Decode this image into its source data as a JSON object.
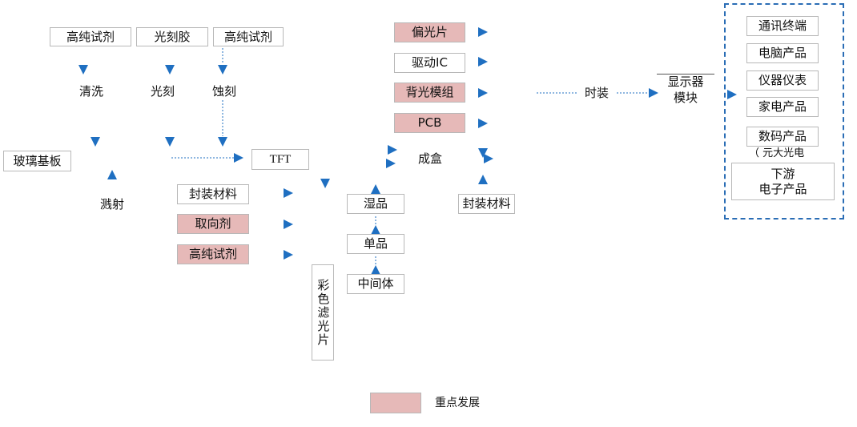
{
  "colors": {
    "arrow": "#1f6fc1",
    "highlight": "#e6b9b8",
    "box_border": "#b8b8b8",
    "frame": "#2a6db5"
  },
  "upstream": {
    "reagent_1": "高纯试剂",
    "photoresist": "光刻胶",
    "reagent_2": "高纯试剂",
    "glass_substrate": "玻璃基板"
  },
  "process": {
    "cleaning": "清洗",
    "lithography": "光刻",
    "etching": "蚀刻",
    "sputtering": "溅射",
    "tft": "TFT",
    "cell_assembly": "成盒",
    "module_assembly": "时装",
    "display_module_line1": "显示器",
    "display_module_line2": "模块"
  },
  "cell_materials": {
    "packaging": "封装材料",
    "alignment_agent": "取向剂",
    "reagent": "高纯试剂"
  },
  "color_filter": "彩色滤光片",
  "lcd_chain": {
    "wet": "湿品",
    "single": "单品",
    "intermediate": "中间体"
  },
  "module_parts": {
    "polarizer": "偏光片",
    "driver_ic": "驱动IC",
    "backlight": "背光模组",
    "pcb": "PCB",
    "packaging": "封装材料"
  },
  "downstream": {
    "products": [
      "通讯终端",
      "电脑产品",
      "仪器仪表",
      "家电产品",
      "数码产品"
    ],
    "note": "（ 元大光电",
    "title_line1": "下游",
    "title_line2": "电子产品"
  },
  "legend": {
    "label": "重点发展"
  }
}
